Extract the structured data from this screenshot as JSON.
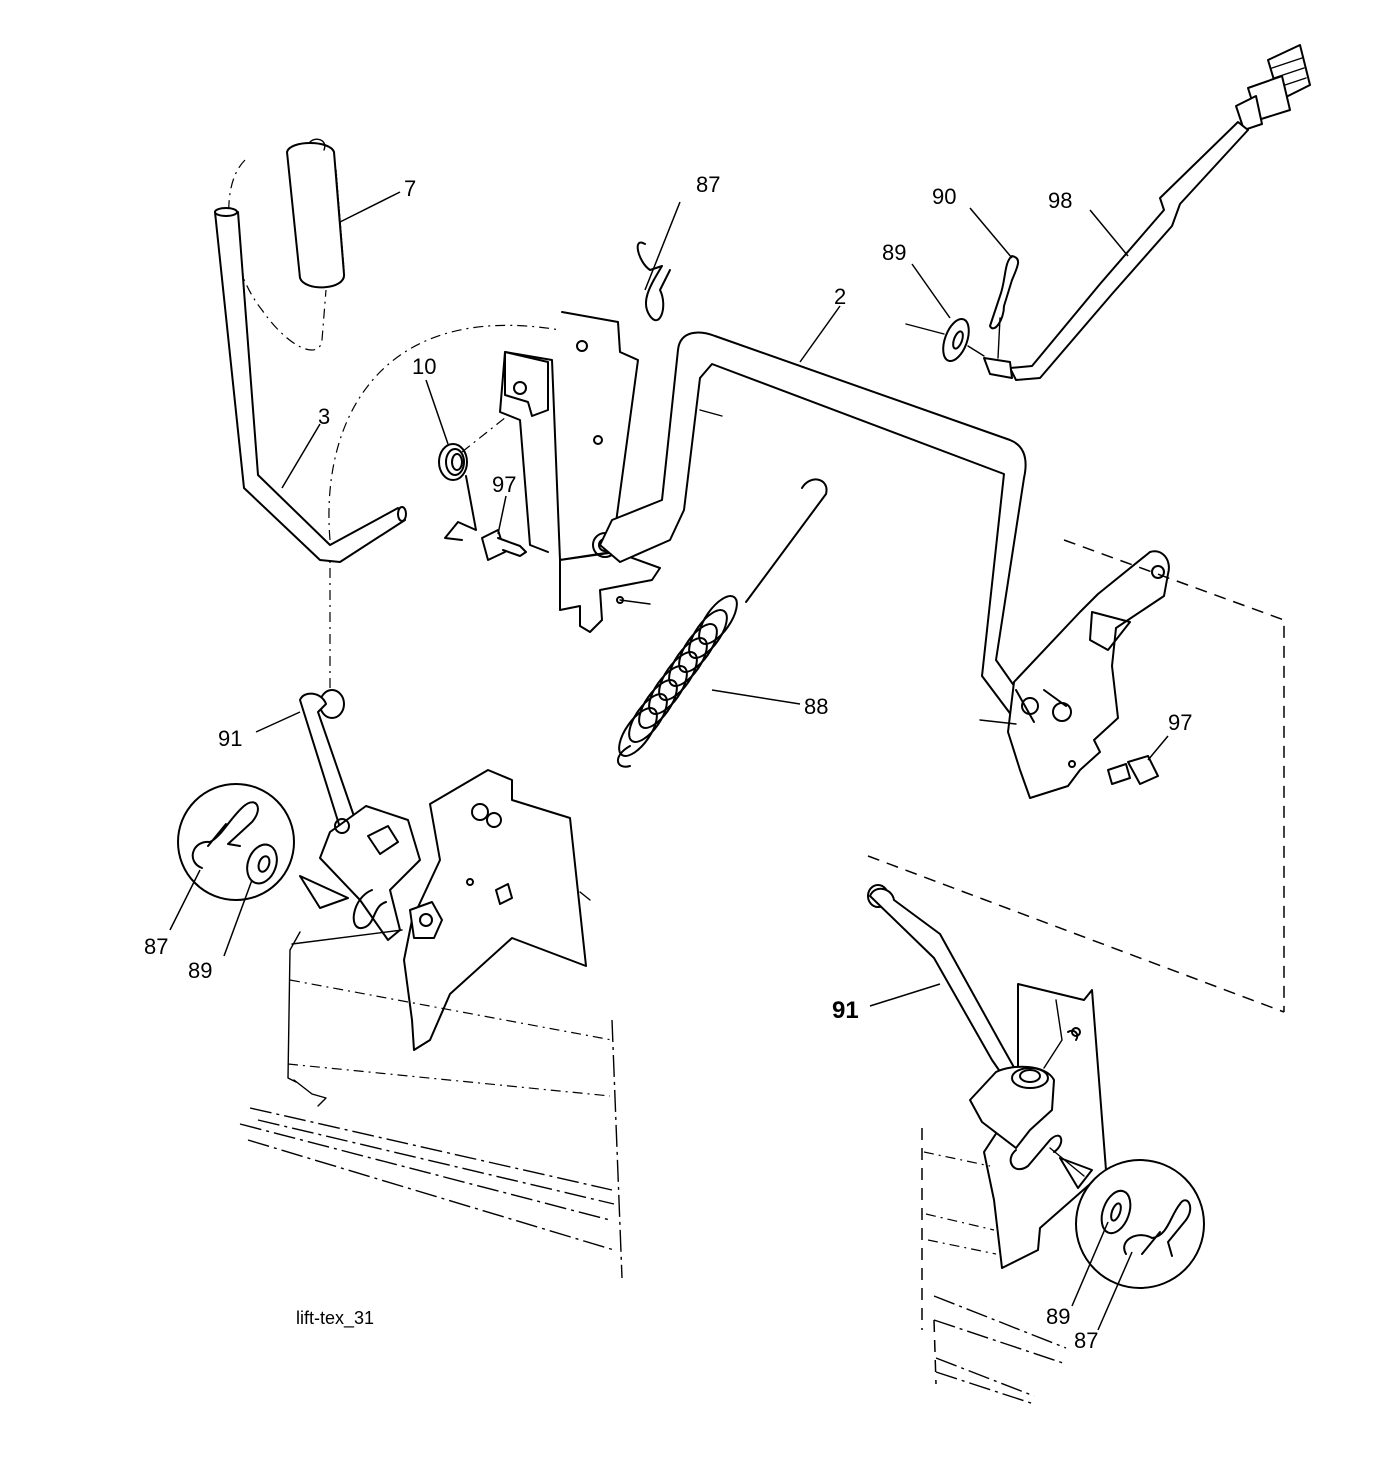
{
  "figure_id": "lift-tex_31",
  "callouts": {
    "c7": "7",
    "c87_top": "87",
    "c90": "90",
    "c98": "98",
    "c89_top": "89",
    "c2": "2",
    "c10": "10",
    "c3": "3",
    "c97_left": "97",
    "c88": "88",
    "c97_right": "97",
    "c91_left": "91",
    "c87_detail_left": "87",
    "c89_detail_left": "89",
    "c91_right": "91",
    "c89_detail_right": "89",
    "c87_detail_right": "87"
  }
}
